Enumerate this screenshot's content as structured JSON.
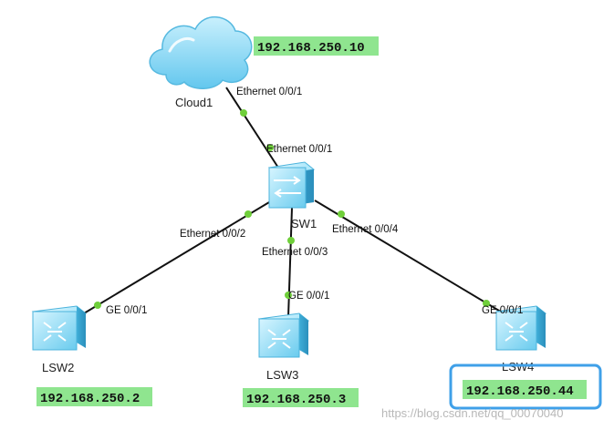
{
  "devices": {
    "cloud1": {
      "label": "Cloud1",
      "ip": "192.168.250.10",
      "port": "Ethernet 0/0/1"
    },
    "sw1": {
      "label": "SW1",
      "port_to_cloud": "Ethernet 0/0/1",
      "port_to_lsw2": "Ethernet 0/0/2",
      "port_to_lsw3": "Ethernet 0/0/3",
      "port_to_lsw4": "Ethernet 0/0/4"
    },
    "lsw2": {
      "label": "LSW2",
      "ip": "192.168.250.2",
      "port": "GE 0/0/1"
    },
    "lsw3": {
      "label": "LSW3",
      "ip": "192.168.250.3",
      "port": "GE 0/0/1"
    },
    "lsw4": {
      "label": "LSW4",
      "ip": "192.168.250.44",
      "port": "GE 0/0/1"
    }
  },
  "watermark": "https://blog.csdn.net/qq_00070040",
  "colors": {
    "ip_label_bg": "#8fe58f",
    "port_dot": "#6fcf3a",
    "highlight_box": "#3fa0e8",
    "switch_body": "#8fdcf2"
  }
}
